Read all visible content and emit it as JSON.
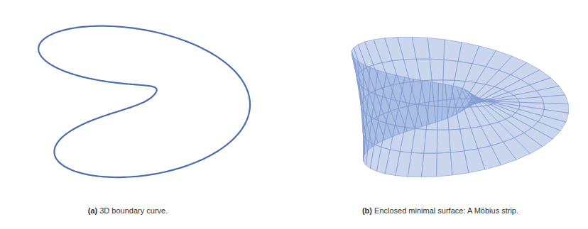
{
  "diagram": {
    "labels": [
      "(a)",
      "3D boundary curve.",
      "(b)",
      "Enclosed minimal surface: A Möbius strip."
    ]
  }
}
